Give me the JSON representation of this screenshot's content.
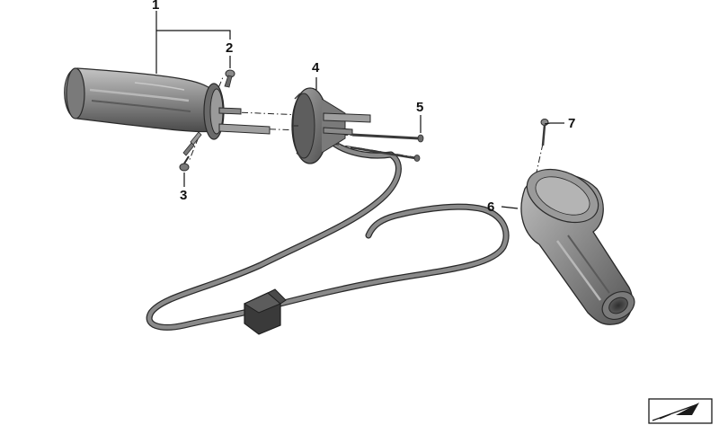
{
  "colors": {
    "part_dark": "#5e5e5e",
    "part_mid": "#8d8d8d",
    "part_light": "#b4b4b4",
    "outline": "#2a2a2a",
    "label": "#111111"
  },
  "callouts": {
    "item_1": "1",
    "item_2": "2",
    "item_3": "3",
    "item_4": "4",
    "item_5": "5",
    "item_6": "6",
    "item_7": "7"
  },
  "icons": {
    "nav": "arrow-up-right-icon"
  }
}
